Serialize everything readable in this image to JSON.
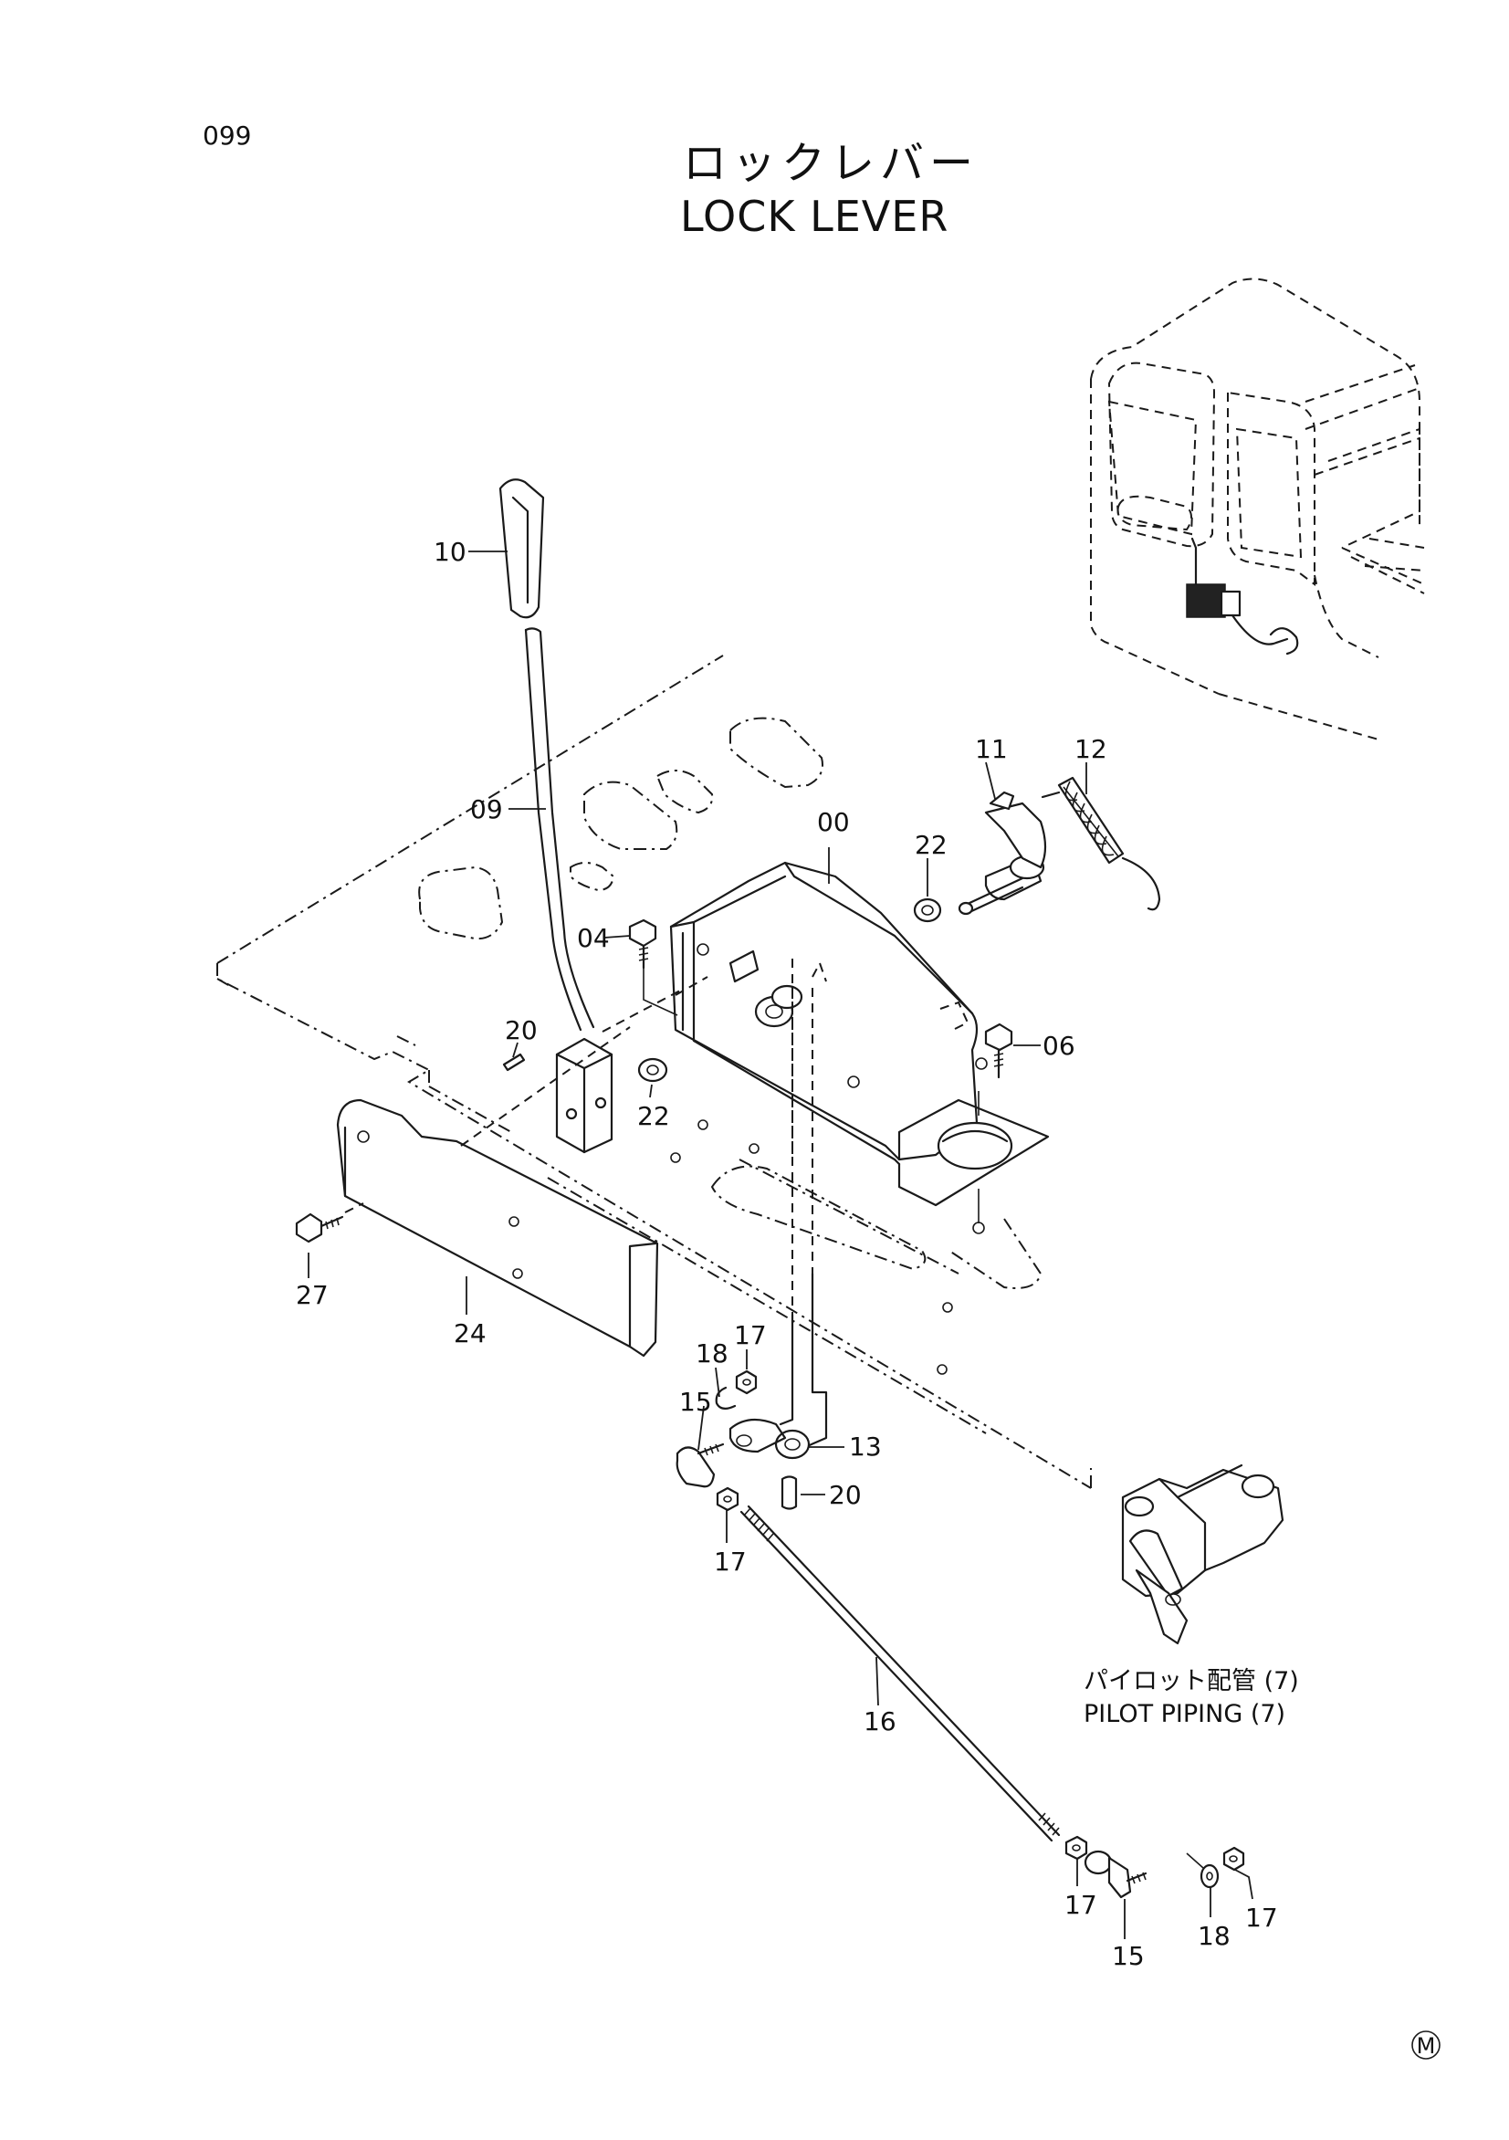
{
  "page_number": "099",
  "title_jp": "ロックレバー",
  "title_en": "LOCK LEVER",
  "note": {
    "jp": "パイロット配管 (7)",
    "en": "PILOT PIPING (7)"
  },
  "corner_mark": "M",
  "callouts": {
    "c10": "10",
    "c09": "09",
    "c00": "00",
    "c11": "11",
    "c12": "12",
    "c22a": "22",
    "c22b": "22",
    "c04": "04",
    "c06": "06",
    "c20a": "20",
    "c20b": "20",
    "c27": "27",
    "c24": "24",
    "c18a": "18",
    "c17a": "17",
    "c15a": "15",
    "c13": "13",
    "c17b": "17",
    "c16": "16",
    "c17c": "17",
    "c15b": "15",
    "c18b": "18",
    "c17d": "17"
  }
}
